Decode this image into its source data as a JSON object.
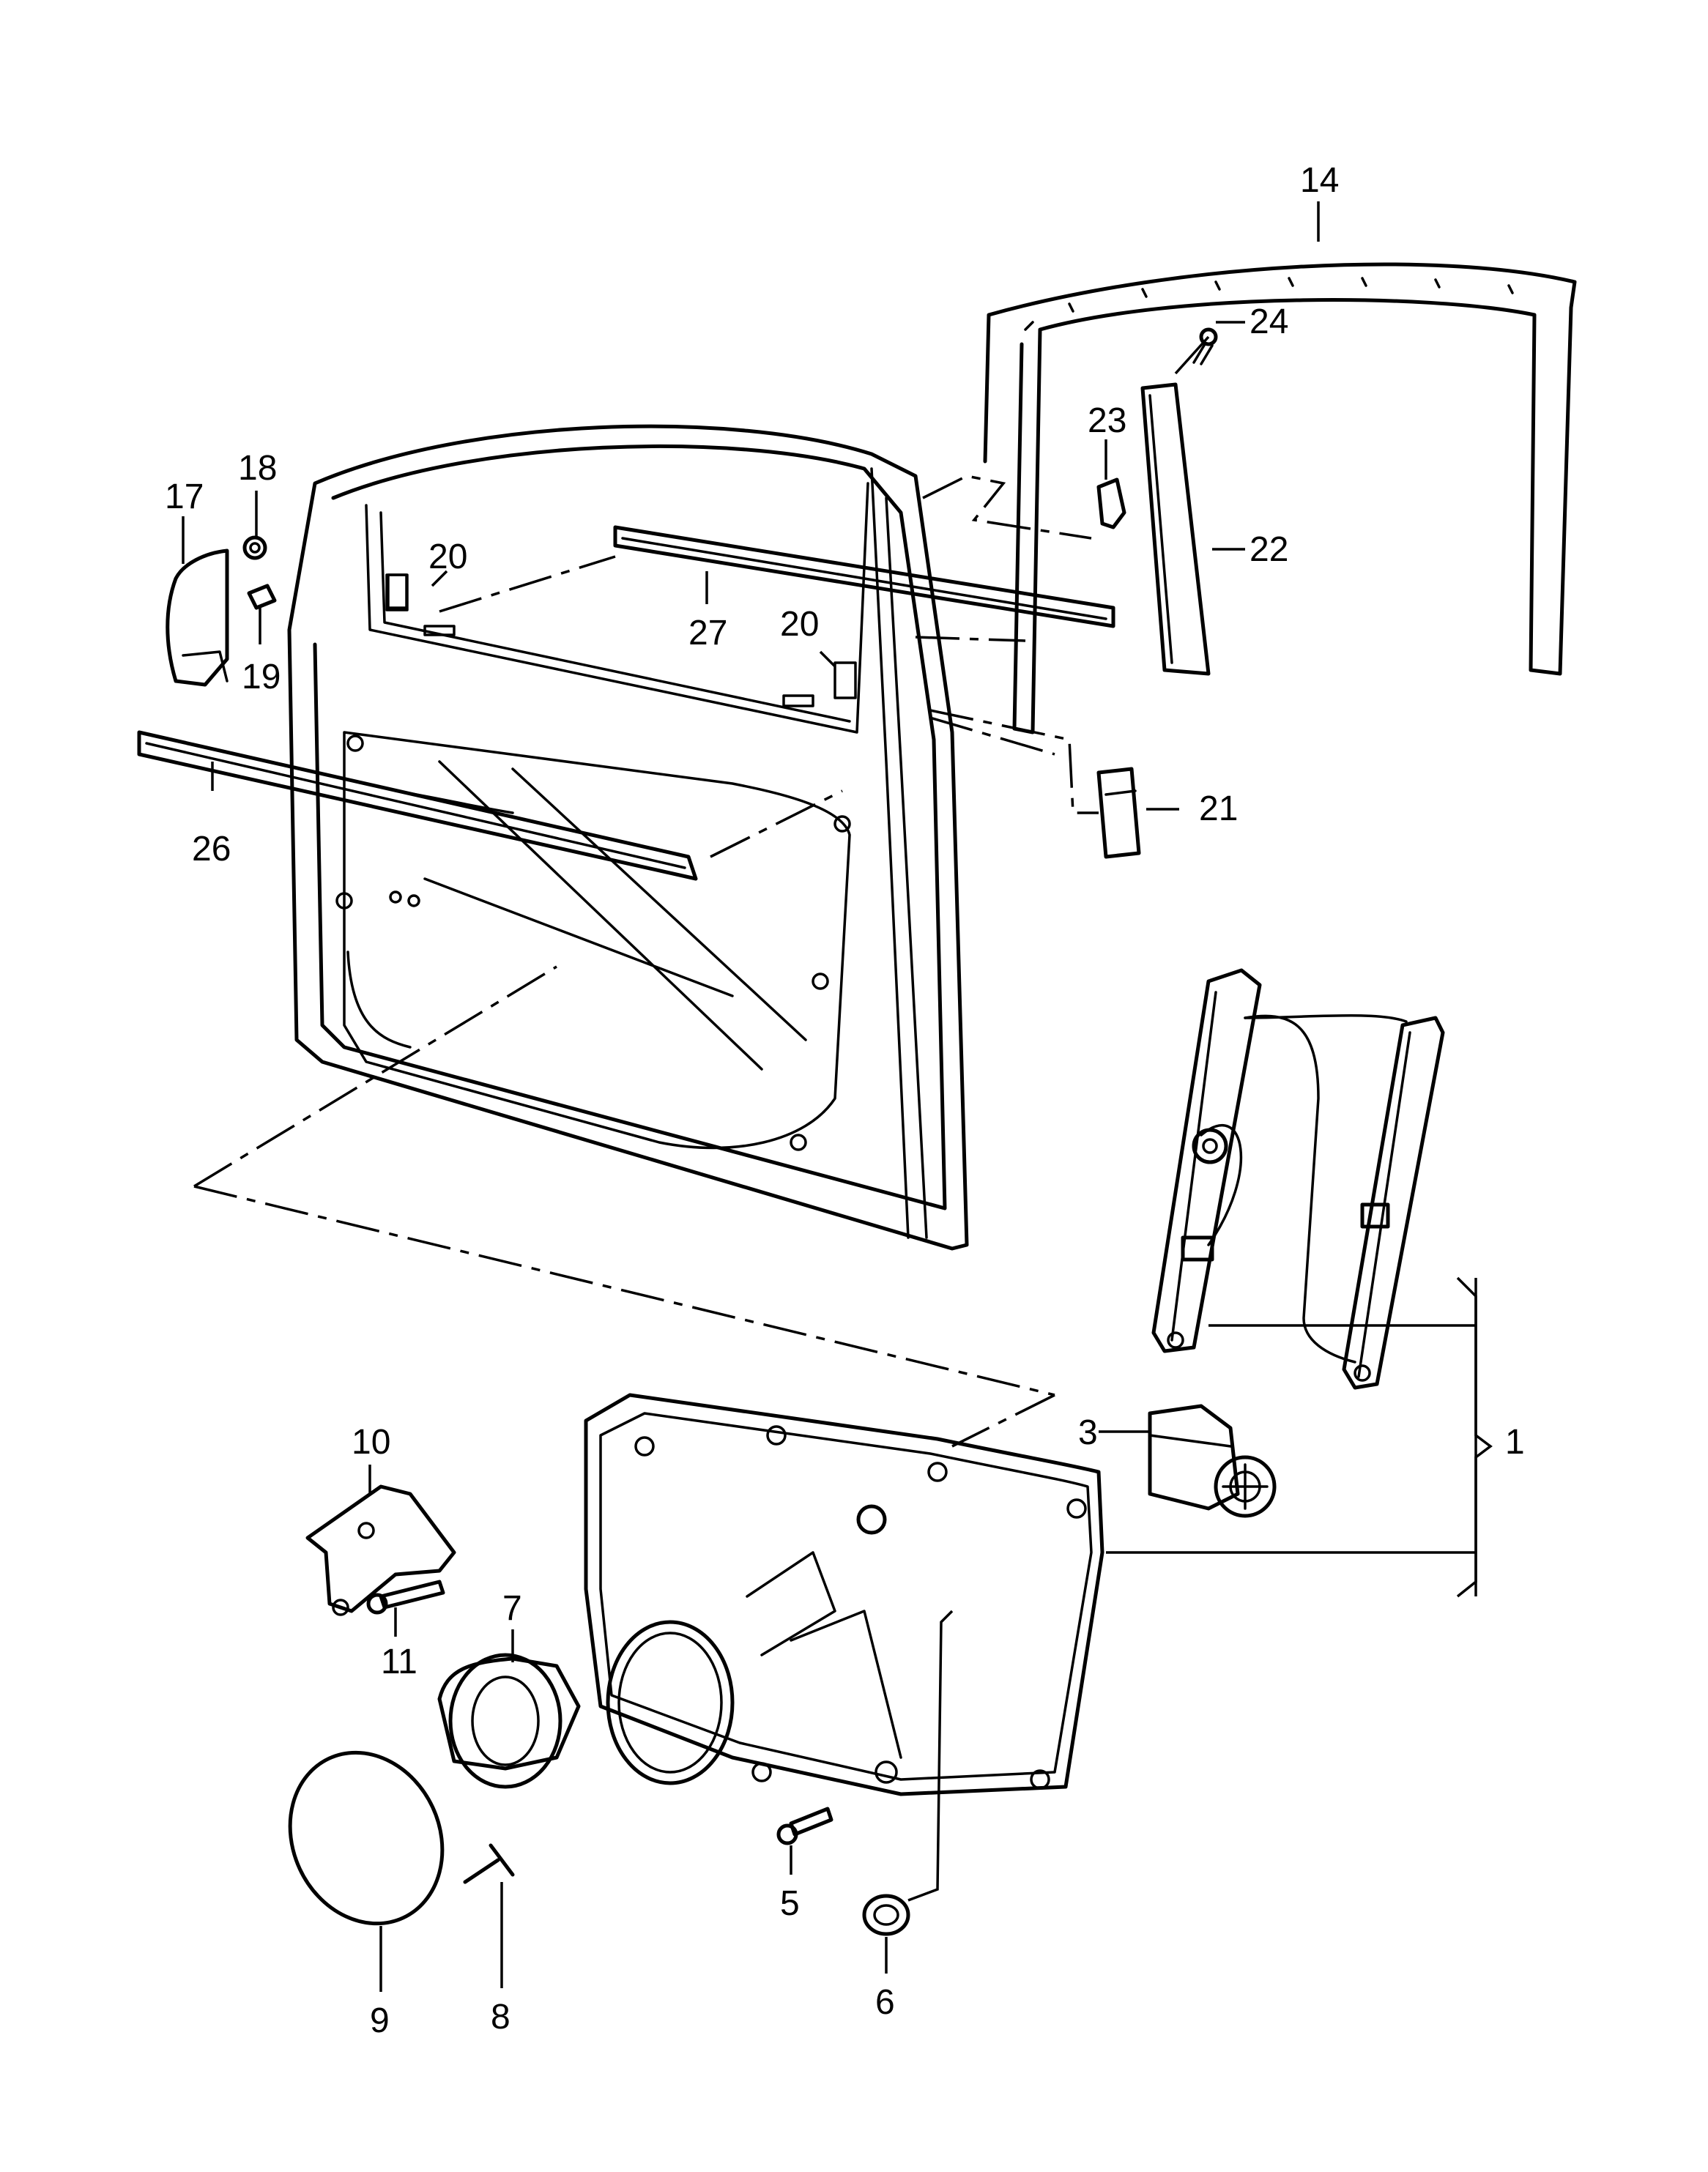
{
  "callouts": [
    {
      "id": "14",
      "text": "14"
    },
    {
      "id": "24",
      "text": "24"
    },
    {
      "id": "23",
      "text": "23"
    },
    {
      "id": "22",
      "text": "22"
    },
    {
      "id": "18",
      "text": "18"
    },
    {
      "id": "17",
      "text": "17"
    },
    {
      "id": "20a",
      "text": "20"
    },
    {
      "id": "27",
      "text": "27"
    },
    {
      "id": "20b",
      "text": "20"
    },
    {
      "id": "19",
      "text": "19"
    },
    {
      "id": "26",
      "text": "26"
    },
    {
      "id": "21",
      "text": "21"
    },
    {
      "id": "10",
      "text": "10"
    },
    {
      "id": "3",
      "text": "3"
    },
    {
      "id": "1",
      "text": "1"
    },
    {
      "id": "7",
      "text": "7"
    },
    {
      "id": "11",
      "text": "11"
    },
    {
      "id": "5",
      "text": "5"
    },
    {
      "id": "9",
      "text": "9"
    },
    {
      "id": "8",
      "text": "8"
    },
    {
      "id": "6",
      "text": "6"
    }
  ]
}
